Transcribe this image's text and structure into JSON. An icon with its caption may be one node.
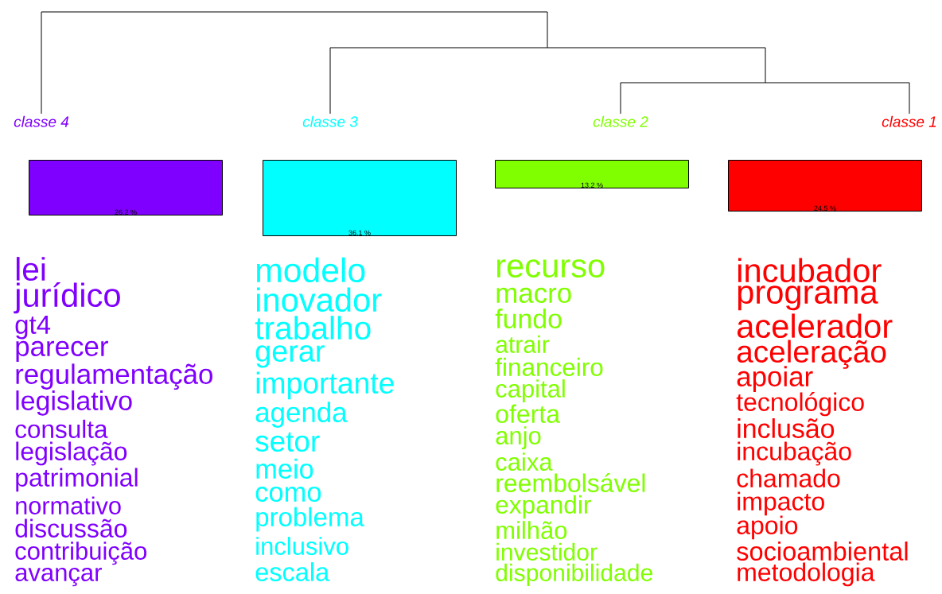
{
  "diagram": {
    "nodes": [
      {
        "text": [
          "26.2 %"
        ],
        "beside": [
          "classe 4",
          "lei",
          "jurídico",
          "gt4",
          "parecer",
          "regulamentação",
          "legislativo",
          "consulta",
          "legislação",
          "patrimonial",
          "normativo",
          "discussão",
          "contribuição",
          "avançar"
        ]
      },
      {
        "text": [
          "36.1 %"
        ],
        "beside": [
          "classe 3",
          "modelo",
          "inovador",
          "trabalho",
          "gerar",
          "importante",
          "agenda",
          "setor",
          "meio",
          "como",
          "problema",
          "inclusivo",
          "escala"
        ]
      },
      {
        "text": [
          "13.2 %"
        ],
        "beside": [
          "classe 2",
          "recurso",
          "macro",
          "fundo",
          "atrair",
          "financeiro",
          "capital",
          "oferta",
          "anjo",
          "caixa",
          "reembolsável",
          "expandir",
          "milhão",
          "investidor",
          "disponibilidade"
        ]
      },
      {
        "text": [
          "24.5 %"
        ],
        "beside": [
          "classe 1",
          "incubador",
          "programa",
          "acelerador",
          "aceleração",
          "apoiar",
          "tecnológico",
          "inclusão",
          "incubação",
          "chamado",
          "impacto",
          "apoio",
          "socioambiental",
          "metodologia"
        ]
      }
    ]
  }
}
